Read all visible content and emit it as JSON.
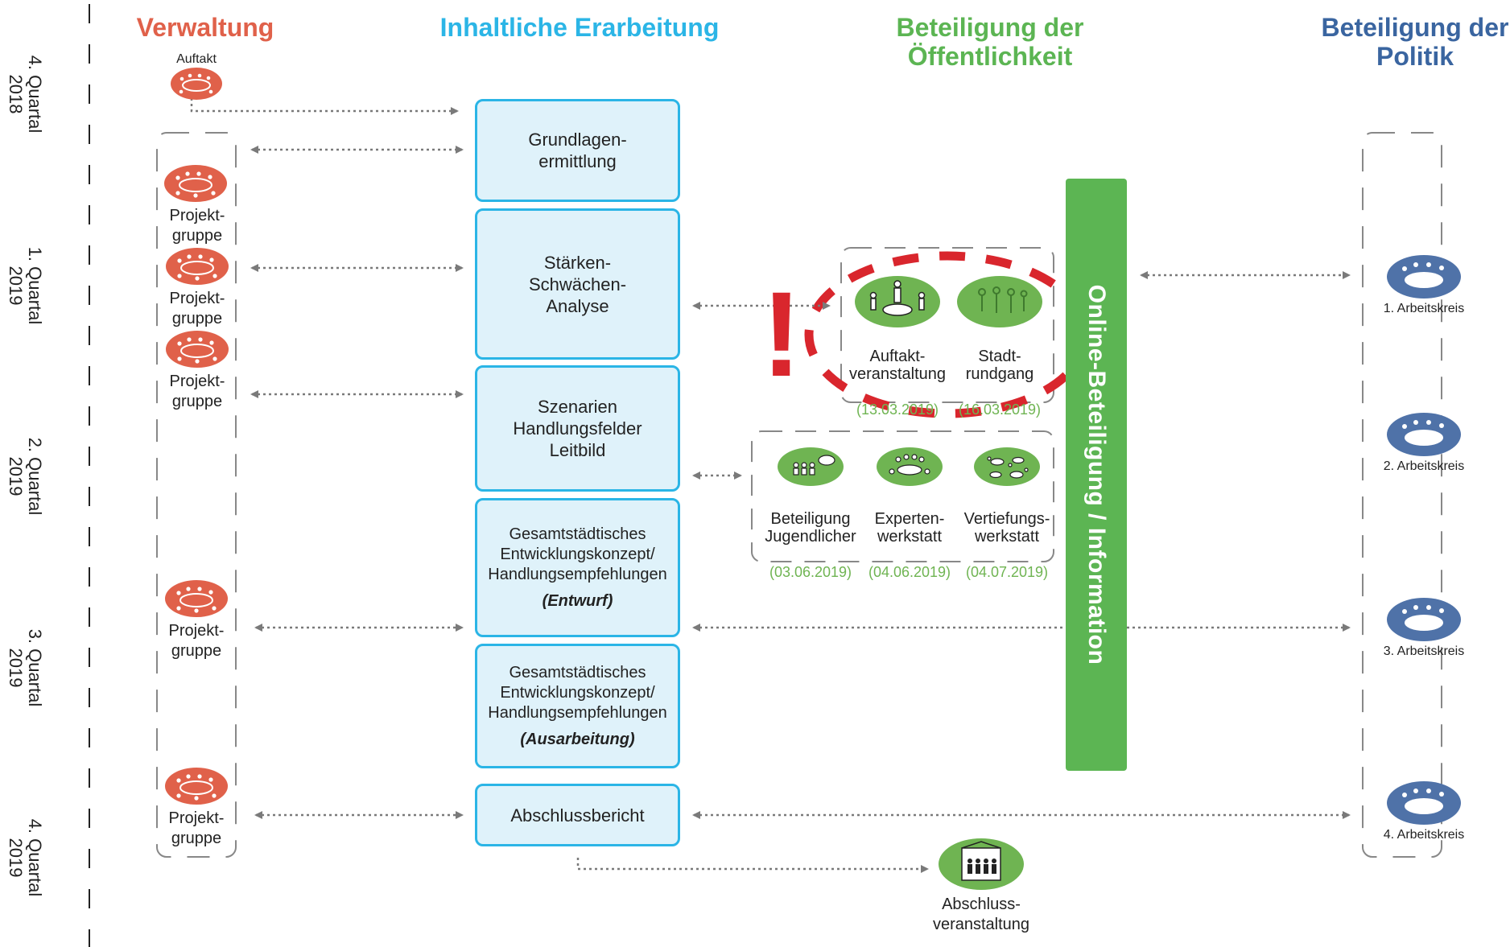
{
  "columns": {
    "verwaltung": "Verwaltung",
    "inhalt": "Inhaltliche Erarbeitung",
    "oeffentlichkeit": "Beteiligung der\nÖffentlichkeit",
    "politik": "Beteiligung der\nPolitik"
  },
  "quarters": [
    "4. Quartal\n2018",
    "1. Quartal\n2019",
    "2. Quartal\n2019",
    "3. Quartal\n2019",
    "4. Quartal\n2019"
  ],
  "verwaltung": {
    "auftakt": "Auftakt",
    "projektgruppe": [
      "Projekt-\ngruppe",
      "Projekt-\ngruppe",
      "Projekt-\ngruppe",
      "Projekt-\ngruppe",
      "Projekt-\ngruppe"
    ]
  },
  "inhalt_boxes": [
    {
      "text": "Grundlagen-\nermittlung",
      "emph": ""
    },
    {
      "text": "Stärken-\nSchwächen-\nAnalyse",
      "emph": ""
    },
    {
      "text": "Szenarien\nHandlungsfelder\nLeitbild",
      "emph": ""
    },
    {
      "text": "Gesamtstädtisches\nEntwicklungskonzept/\nHandlungsempfehlungen",
      "emph": "(Entwurf)"
    },
    {
      "text": "Gesamtstädtisches\nEntwicklungskonzept/\nHandlungsempfehlungen",
      "emph": "(Ausarbeitung)"
    },
    {
      "text": "Abschlussbericht",
      "emph": ""
    }
  ],
  "oeffentlichkeit": {
    "group1": [
      {
        "label": "Auftakt-\nveranstaltung",
        "date": "(13.03.2019)",
        "icon": "meeting-table-icon"
      },
      {
        "label": "Stadt-\nrundgang",
        "date": "(16.03.2019)",
        "icon": "city-walk-icon"
      }
    ],
    "group2": [
      {
        "label": "Beteiligung\nJugendlicher",
        "date": "(03.06.2019)",
        "icon": "youth-discussion-icon"
      },
      {
        "label": "Experten-\nwerkstatt",
        "date": "(04.06.2019)",
        "icon": "expert-table-icon"
      },
      {
        "label": "Vertiefungs-\nwerkstatt",
        "date": "(04.07.2019)",
        "icon": "workshop-groups-icon"
      }
    ],
    "abschluss": "Abschluss-\nveranstaltung",
    "online": "Online-Beteiligung / Information",
    "highlight_mark": "!"
  },
  "politik": [
    "1. Arbeitskreis",
    "2. Arbeitskreis",
    "3. Arbeitskreis",
    "4. Arbeitskreis"
  ],
  "colors": {
    "verwaltung": "#e0614a",
    "inhalt": "#2bb5e6",
    "oeffentlichkeit": "#5cb553",
    "politik": "#3a65a0",
    "box_fill": "#dff2fa",
    "highlight": "#d9262d",
    "arrow": "#777777"
  }
}
